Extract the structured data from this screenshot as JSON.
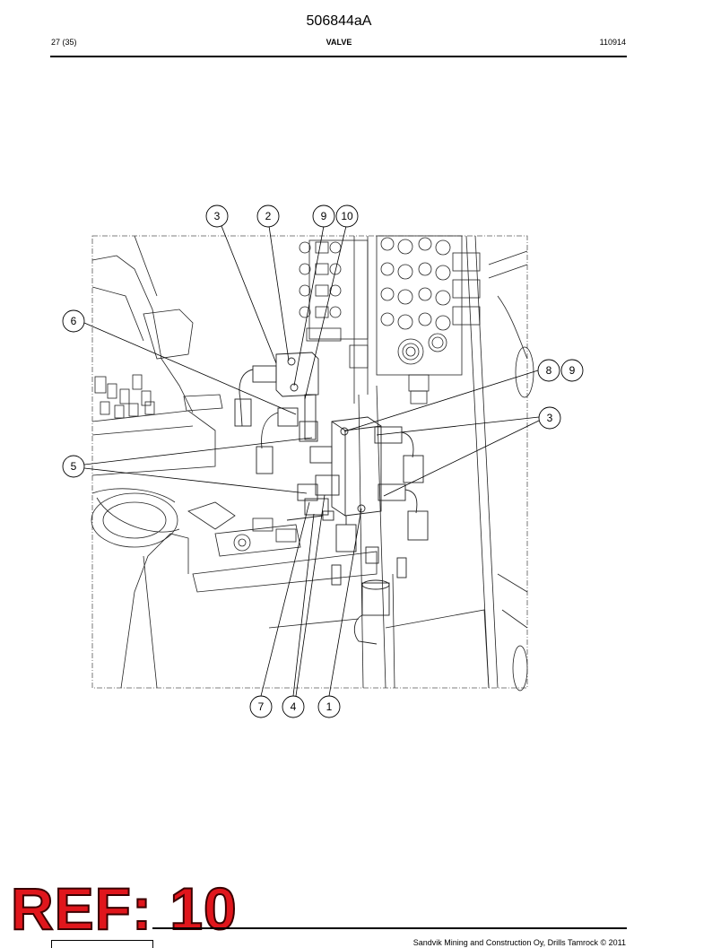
{
  "header": {
    "doc_number": "506844aA",
    "page": "27 (35)",
    "section_title": "VALVE",
    "date_code": "110914"
  },
  "callouts": {
    "c3_top": "3",
    "c2_top": "2",
    "c9_top": "9",
    "c10_top": "10",
    "c6_left": "6",
    "c5_left": "5",
    "c8_right": "8",
    "c9_right": "9",
    "c3_right": "3",
    "c7_bottom": "7",
    "c4_bottom": "4",
    "c1_bottom": "1"
  },
  "stamp": {
    "text": "REF: 10",
    "color": "#e0161c"
  },
  "footer": {
    "copyright": "Sandvik Mining and Construction Oy, Drills Tamrock © 2011"
  }
}
